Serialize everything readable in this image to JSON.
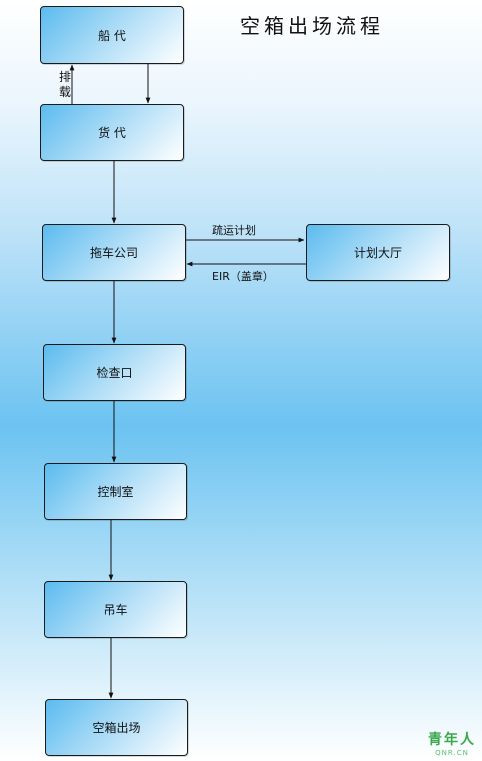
{
  "title": "空箱出场流程",
  "nodes": {
    "shipping_agent": "船  代",
    "freight_forwarder": "货  代",
    "trucking_company": "拖车公司",
    "planning_hall": "计划大厅",
    "inspection_gate": "检查口",
    "control_room": "控制室",
    "crane": "吊车",
    "empty_container_out": "空箱出场"
  },
  "edges": {
    "stowage_label": "排载",
    "evacuation_plan_label": "疏运计划",
    "eir_label": "EIR（盖章）"
  },
  "watermark": {
    "text": "青年人",
    "sub": "QNR.CN"
  }
}
